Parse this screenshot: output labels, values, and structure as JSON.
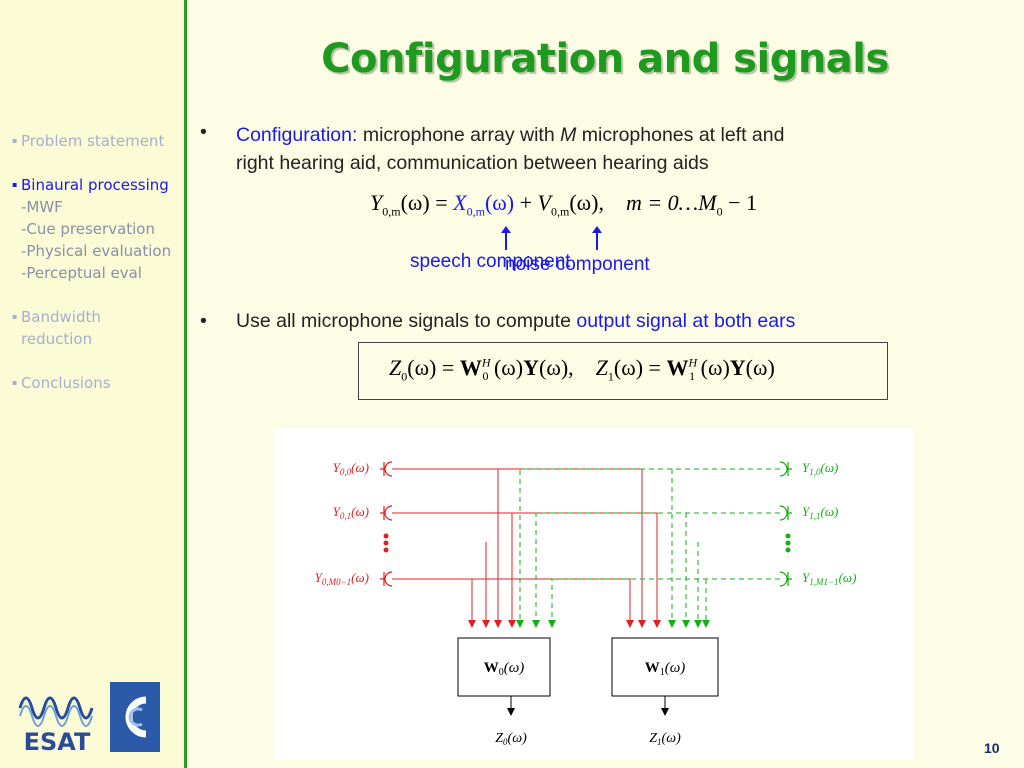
{
  "title": "Configuration and signals",
  "sidebar": {
    "items": [
      {
        "bullet": "▪",
        "label": "Problem statement"
      },
      {
        "bullet": "▪",
        "label": "Binaural processing"
      },
      {
        "sub": [
          "-MWF",
          "-Cue preservation",
          "-Physical evaluation",
          "-Perceptual eval"
        ]
      },
      {
        "bullet": "▪",
        "label_lines": [
          "Bandwidth",
          "reduction"
        ]
      },
      {
        "bullet": "▪",
        "label": "Conclusions"
      }
    ]
  },
  "bullet1": {
    "marker": "•",
    "lead": "Configuration:",
    "text_a": " microphone array with ",
    "var_m": "M",
    "text_b": " microphones at left and",
    "line2": "right hearing aid, communication between hearing aids"
  },
  "equation1": {
    "Y": "Y",
    "Y_sub": "0,m",
    "X": "X",
    "X_sub": "0,m",
    "V": "V",
    "V_sub": "0,m",
    "omega": "(ω)",
    "range": "m = 0…M",
    "range_sub": "0",
    "range_end": " − 1"
  },
  "labels": {
    "speech": "speech component",
    "noise": "noise component"
  },
  "bullet2": {
    "marker": "•",
    "text": "Use all microphone signals to compute ",
    "highlight": "output signal at both ears"
  },
  "equation2": {
    "Z0": "Z",
    "Z0_sub": "0",
    "W0": "W",
    "W0_sup": "H",
    "W0_sub": "0",
    "Y": "Y",
    "Z1": "Z",
    "Z1_sub": "1",
    "W1": "W",
    "W1_sup": "H",
    "W1_sub": "1",
    "omega": "(ω)"
  },
  "diagram": {
    "left_inputs": [
      {
        "sym": "Y",
        "sub": "0,0",
        "arg": "(ω)"
      },
      {
        "sym": "Y",
        "sub": "0,1",
        "arg": "(ω)"
      },
      {
        "sym": "Y",
        "sub": "0,M0−1",
        "arg": "(ω)"
      }
    ],
    "right_inputs": [
      {
        "sym": "Y",
        "sub": "1,0",
        "arg": "(ω)"
      },
      {
        "sym": "Y",
        "sub": "1,1",
        "arg": "(ω)"
      },
      {
        "sym": "Y",
        "sub": "1,M1−1",
        "arg": "(ω)"
      }
    ],
    "filters": [
      {
        "sym": "W",
        "sub": "0",
        "arg": "(ω)"
      },
      {
        "sym": "W",
        "sub": "1",
        "arg": "(ω)"
      }
    ],
    "outputs": [
      {
        "sym": "Z",
        "sub": "0",
        "arg": "(ω)"
      },
      {
        "sym": "Z",
        "sub": "1",
        "arg": "(ω)"
      }
    ],
    "left_color": "#e02020",
    "right_color": "#12b012"
  },
  "logos": {
    "esat": "ESAT"
  },
  "page_number": "10"
}
